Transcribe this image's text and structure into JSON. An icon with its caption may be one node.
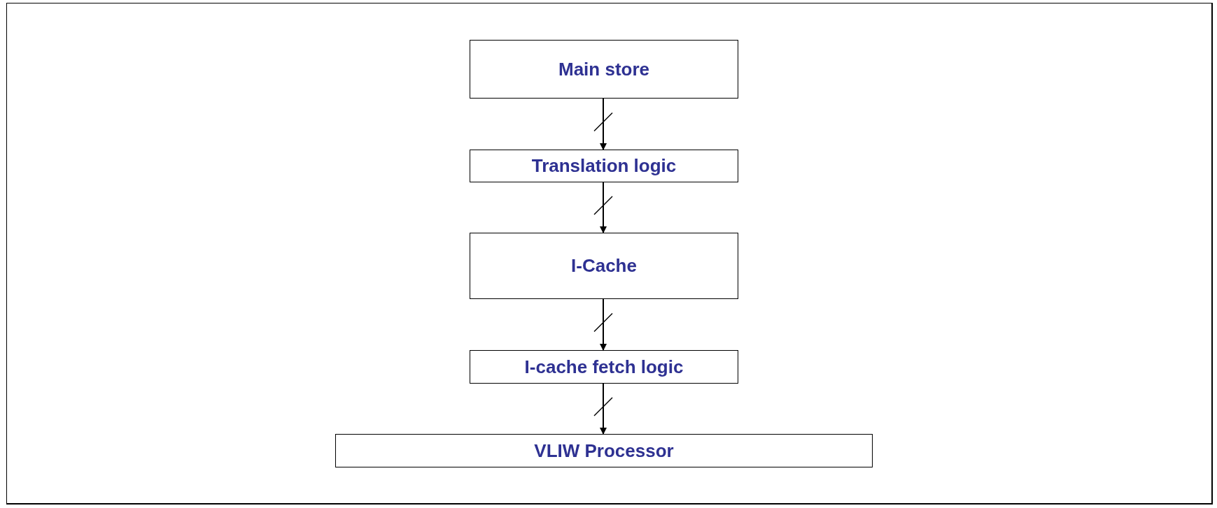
{
  "diagram": {
    "nodes": [
      {
        "text": [
          "Main store"
        ]
      },
      {
        "text": [
          "Translation logic"
        ]
      },
      {
        "text": [
          "I-Cache"
        ]
      },
      {
        "text": [
          "I-cache fetch logic"
        ]
      },
      {
        "text": [
          "VLIW Processor"
        ]
      }
    ],
    "edges": [
      {
        "from": 0,
        "to": 1,
        "arrow": "to"
      },
      {
        "from": 1,
        "to": 2,
        "arrow": "to"
      },
      {
        "from": 2,
        "to": 3,
        "arrow": "to"
      },
      {
        "from": 3,
        "to": 4,
        "arrow": "to"
      }
    ]
  }
}
